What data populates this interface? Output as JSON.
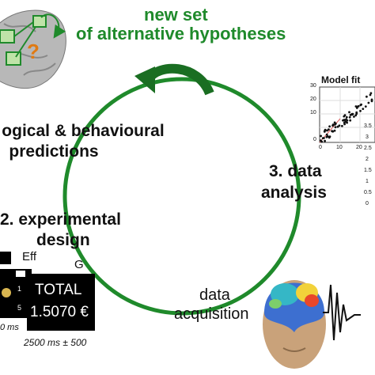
{
  "header": {
    "line1": "new set",
    "line2": "of alternative hypotheses"
  },
  "stages": {
    "predictions_line1": "ogical & behavioural",
    "predictions_line2": "predictions",
    "design_line1": "2. experimental",
    "design_line2": "design",
    "acquisition_line1": "data",
    "acquisition_line2": "acquisition",
    "analysis_line1": "3. data",
    "analysis_line2": "analysis"
  },
  "model_fit": {
    "title": "Model fit",
    "y_ticks": [
      "30",
      "20",
      "10",
      "0"
    ],
    "x_ticks": [
      "0",
      "10",
      "20"
    ],
    "right_ticks": [
      "3.5",
      "3",
      "2.5",
      "2",
      "1.5",
      "1",
      "0.5",
      "0"
    ]
  },
  "design_screens": {
    "label_eff": "Eff",
    "label_g": "G",
    "total_label": "TOTAL",
    "total_value": "1.5070 €",
    "timing_left": "0 ms",
    "timing": "2500 ms ± 500",
    "small_numbers": [
      "1",
      "5"
    ]
  },
  "colors": {
    "arrow_green": "#1f8a2b",
    "dark_green": "#1a6e22",
    "head_skin": "#c9a27a"
  }
}
